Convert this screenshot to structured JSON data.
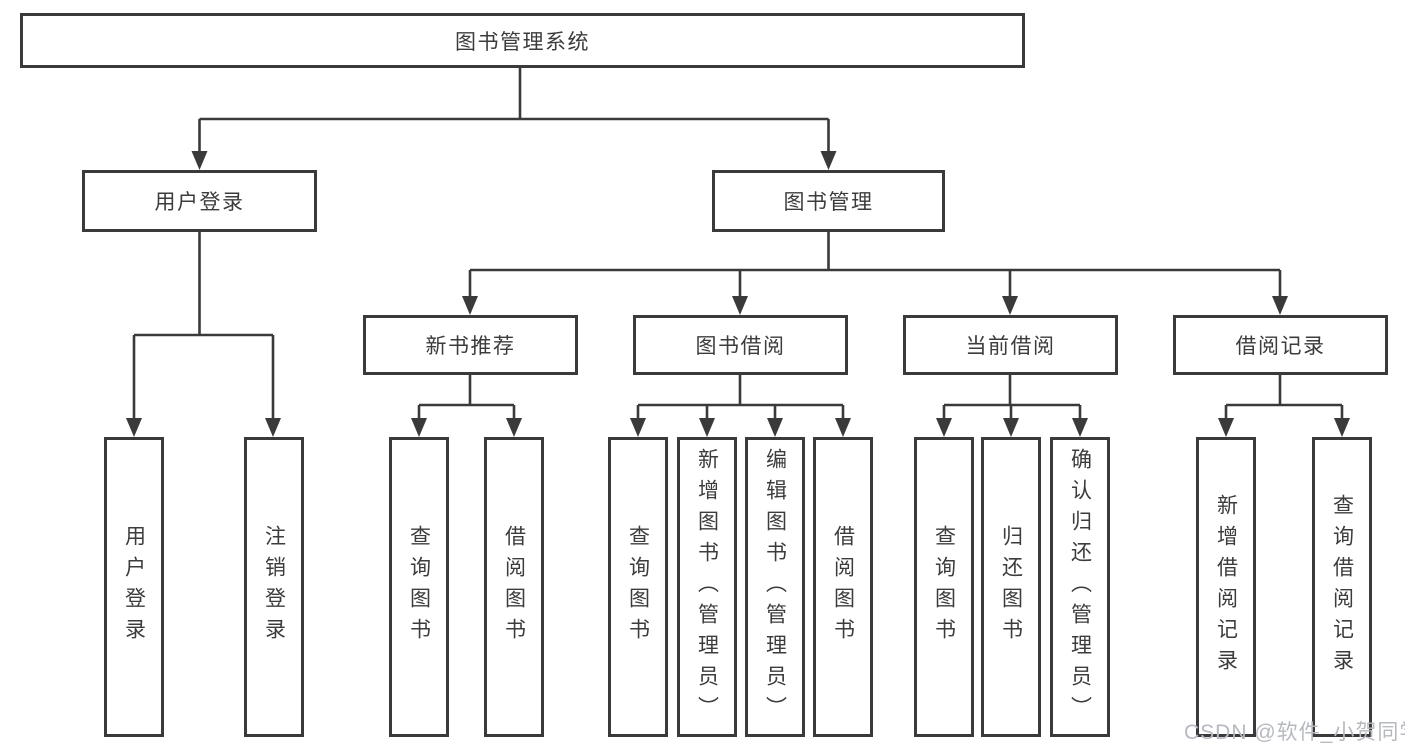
{
  "nodes": {
    "root": "图书管理系统",
    "user_login": "用户登录",
    "book_mgmt": "图书管理",
    "new_books": "新书推荐",
    "borrow": "图书借阅",
    "current": "当前借阅",
    "records": "借阅记录",
    "leaves": {
      "user_login": [
        "用户登录",
        "注销登录"
      ],
      "new_books": [
        "查询图书",
        "借阅图书"
      ],
      "borrow": [
        "查询图书",
        "新增图书（管理员）",
        "编辑图书（管理员）",
        "借阅图书"
      ],
      "current": [
        "查询图书",
        "归还图书",
        "确认归还（管理员）"
      ],
      "records": [
        "新增借阅记录",
        "查询借阅记录"
      ]
    }
  },
  "watermark": "CSDN @软件_小贺同学",
  "colors": {
    "line": "#3a3a3a",
    "box_border": "#3a3a3a",
    "text": "#3c3c3c",
    "watermark": "#b6bac0",
    "background": "#ffffff"
  }
}
